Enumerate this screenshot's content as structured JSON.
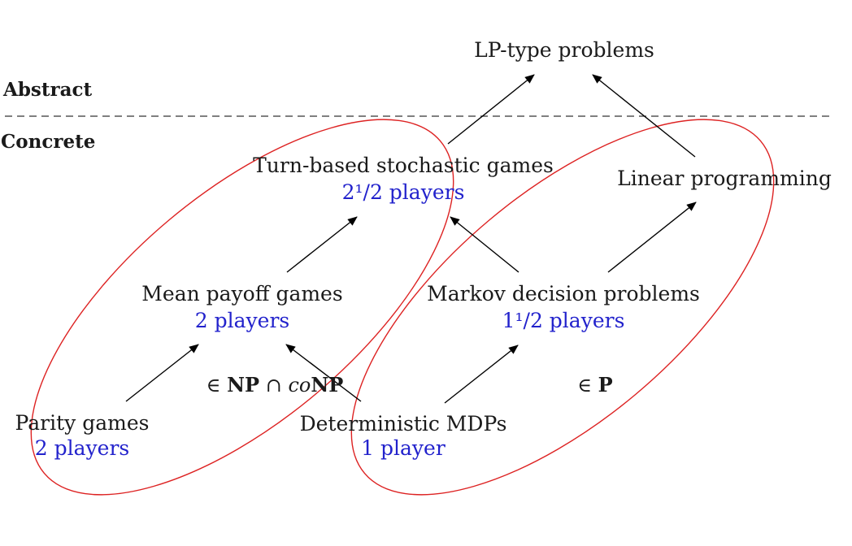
{
  "sections": {
    "abstract": "Abstract",
    "concrete": "Concrete"
  },
  "nodes": {
    "lp_type": {
      "title": "LP-type problems"
    },
    "turn_based": {
      "title": "Turn-based stochastic games",
      "players": "2¹/2 players"
    },
    "linear_prog": {
      "title": "Linear programming"
    },
    "mean_payoff": {
      "title": "Mean payoff games",
      "players": "2 players"
    },
    "markov": {
      "title": "Markov decision problems",
      "players": "1¹/2 players"
    },
    "parity": {
      "title": "Parity games",
      "players": "2 players"
    },
    "det_mdp": {
      "title": "Deterministic MDPs",
      "players": "1 player"
    }
  },
  "complexity": {
    "np_conp": {
      "in": "∈",
      "np": "NP",
      "cap": "∩",
      "co": "co",
      "np2": "NP"
    },
    "p": {
      "in": "∈",
      "p": "P"
    }
  },
  "colors": {
    "text": "#1a1a1a",
    "players": "#2222cc",
    "ellipse": "#dd2222",
    "arrow": "#000000"
  }
}
